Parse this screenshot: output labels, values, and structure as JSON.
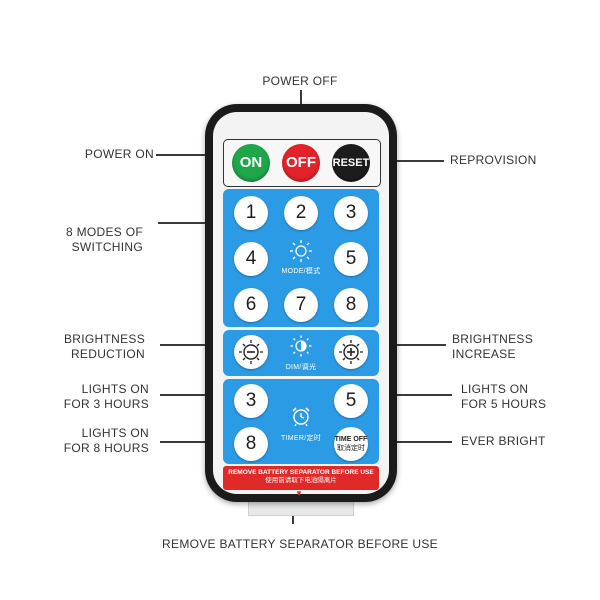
{
  "callouts": {
    "power_off": "POWER OFF",
    "power_on": "POWER ON",
    "reprovision": "REPROVISION",
    "modes_line1": "8 MODES OF",
    "modes_line2": "SWITCHING",
    "bright_red_1": "BRIGHTNESS",
    "bright_red_2": "REDUCTION",
    "bright_inc_1": "BRIGHTNESS",
    "bright_inc_2": "INCREASE",
    "lights3_1": "LIGHTS ON",
    "lights3_2": "FOR 3 HOURS",
    "lights5_1": "LIGHTS ON",
    "lights5_2": "FOR 5 HOURS",
    "lights8_1": "LIGHTS ON",
    "lights8_2": "FOR 8 HOURS",
    "ever_bright": "EVER BRIGHT",
    "remove_battery": "REMOVE BATTERY SEPARATOR BEFORE USE"
  },
  "remote": {
    "on_label": "ON",
    "off_label": "OFF",
    "reset_label": "RESET",
    "mode_label": "MODE/模式",
    "dim_label": "DIM/调光",
    "timer_label": "TIMER/定时",
    "timeoff_line1": "TIME OFF",
    "timeoff_line2": "取消定时",
    "mode_numbers": [
      "1",
      "2",
      "3",
      "4",
      "5",
      "6",
      "7",
      "8"
    ],
    "timer_numbers": [
      "3",
      "5",
      "8"
    ],
    "warning_line1": "REMOVE BATTERY SEPARATOR BEFORE USE",
    "warning_line2": "使用前请取下电池隔离片",
    "arrow": "▼"
  },
  "colors": {
    "on_button": "#1fa64a",
    "off_button": "#e3232a",
    "reset_button": "#1c1c1c",
    "panel_blue": "#2b9be5",
    "warning_red": "#e02a2a"
  },
  "icons": {
    "mode": "sun-gear-icon",
    "dim": "brightness-icon",
    "minus": "brightness-minus-icon",
    "plus": "brightness-plus-icon",
    "timer": "alarm-clock-icon"
  }
}
